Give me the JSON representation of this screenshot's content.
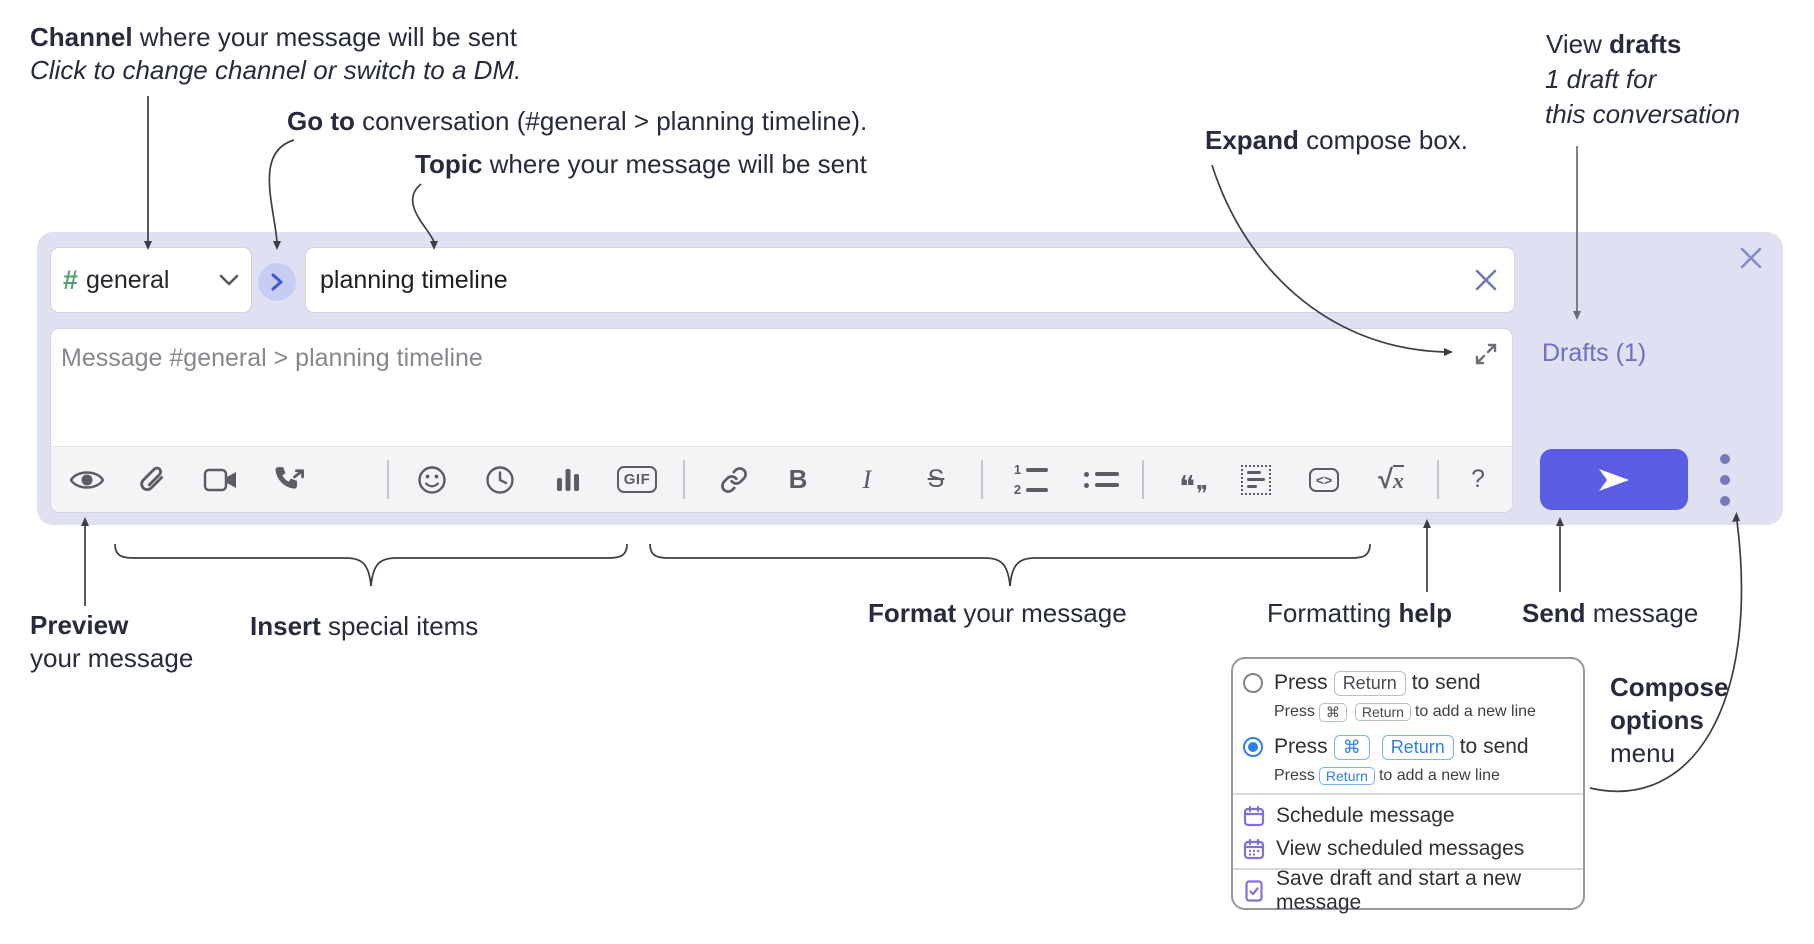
{
  "page": {
    "annotations": {
      "channel": {
        "bold": "Channel",
        "rest": " where your message will be sent",
        "sub": "Click to change channel or switch to a DM."
      },
      "goto": {
        "bold": "Go to",
        "rest": " conversation (#general > planning timeline)."
      },
      "topic": {
        "bold": "Topic",
        "rest": " where your message will be sent"
      },
      "expand": {
        "bold": "Expand",
        "rest": " compose box."
      },
      "view_drafts": {
        "pre": "View ",
        "bold": "drafts",
        "line2": "1 draft for",
        "line3": "this conversation"
      },
      "preview": {
        "bold": "Preview",
        "line2": "your message"
      },
      "insert": {
        "bold": "Insert",
        "rest": " special items"
      },
      "format": {
        "bold": "Format",
        "rest": " your message"
      },
      "formatting_help": {
        "pre": "Formatting ",
        "bold": "help"
      },
      "send": {
        "bold": "Send",
        "rest": " message"
      },
      "compose_options": {
        "line1": "Compose",
        "line2": "options",
        "line3": "menu"
      }
    },
    "composer": {
      "channel_hash": "#",
      "channel_name": "general",
      "topic_value": "planning timeline",
      "message_placeholder": "Message #general > planning timeline",
      "drafts_link": "Drafts (1)"
    },
    "toolbar": {
      "bold_label": "B",
      "italic_label": "I",
      "strike_label": "S",
      "gif_label": "GIF",
      "code_label": "<>",
      "ol_1": "1",
      "ol_2": "2",
      "quote_open": "❝",
      "quote_close": "❞",
      "sqrt_sign": "√",
      "sqrt_var": "x",
      "help_label": "?"
    },
    "menu": {
      "opt1": {
        "press": "Press",
        "key": "Return",
        "suffix": "to send"
      },
      "opt1_sub": {
        "press": "Press",
        "key1": "⌘",
        "key2": "Return",
        "suffix": "to add a new line"
      },
      "opt2": {
        "press": "Press",
        "key1": "⌘",
        "key2": "Return",
        "suffix": "to send"
      },
      "opt2_sub": {
        "press": "Press",
        "key": "Return",
        "suffix": "to add a new line"
      },
      "items": [
        {
          "label": "Schedule message"
        },
        {
          "label": "View scheduled messages"
        },
        {
          "label": "Save draft and start a new message"
        }
      ]
    },
    "colors": {
      "send_button": "#5a5ce4",
      "composer_background": "#dfe1f3",
      "drafts_link": "#6b70c4",
      "menu_blue": "#2e80e8",
      "menu_purple": "#7e72d6",
      "channel_green": "#4ea46c"
    }
  }
}
